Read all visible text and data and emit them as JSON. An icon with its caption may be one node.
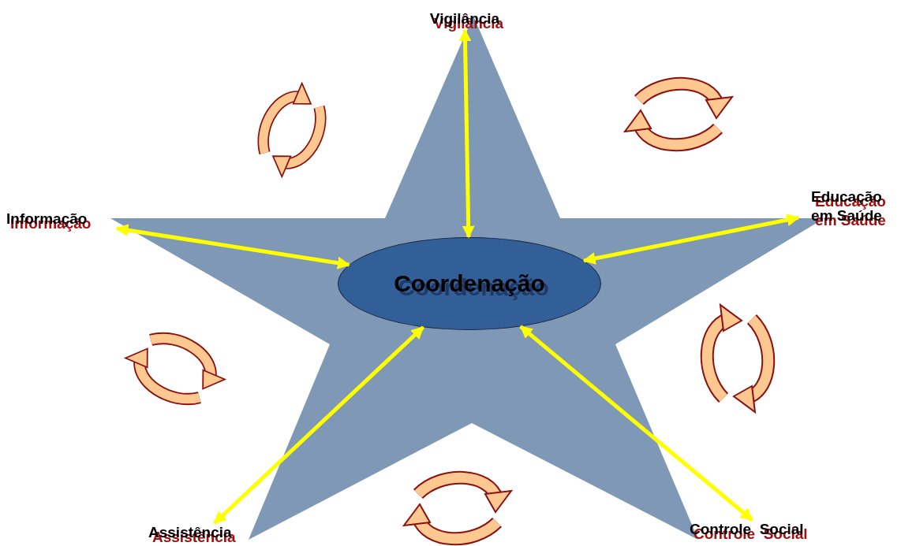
{
  "diagram": {
    "nodes": [
      {
        "text": [],
        "shape": "star"
      },
      {
        "text": [
          "Coordenação"
        ],
        "in": 0
      },
      {
        "text": [
          "Vigilância"
        ]
      },
      {
        "text": [
          "Educação em Saúde"
        ]
      },
      {
        "text": [
          "Controle  Social"
        ]
      },
      {
        "text": [
          "Assistência"
        ]
      },
      {
        "text": [
          "Informação"
        ]
      }
    ],
    "edges": [
      {
        "from": 1,
        "to": 2,
        "arrow": "both",
        "color": "#ffff00"
      },
      {
        "from": 1,
        "to": 3,
        "arrow": "both",
        "color": "#ffff00"
      },
      {
        "from": 1,
        "to": 4,
        "arrow": "both",
        "color": "#ffff00"
      },
      {
        "from": 1,
        "to": 5,
        "arrow": "both",
        "color": "#ffff00"
      },
      {
        "from": 1,
        "to": 6,
        "arrow": "both",
        "color": "#ffff00"
      }
    ]
  }
}
